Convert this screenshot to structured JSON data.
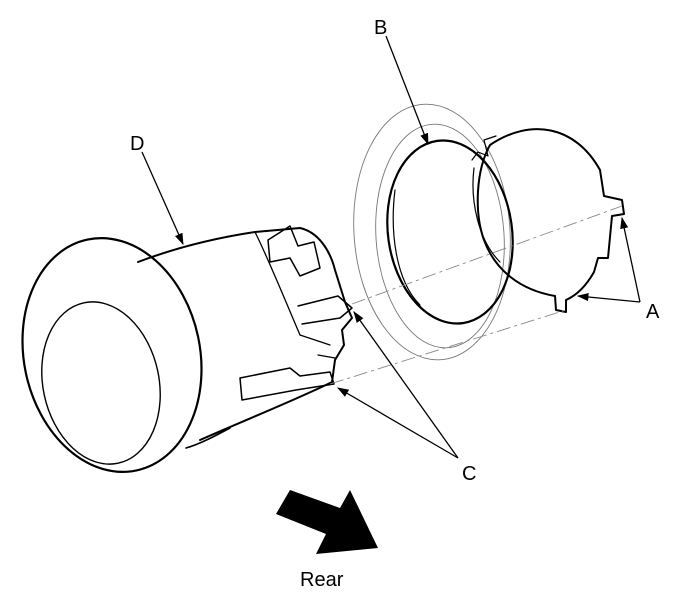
{
  "labels": {
    "a": "A",
    "b": "B",
    "c": "C",
    "d": "D",
    "direction": "Rear"
  },
  "colors": {
    "line": "#000000",
    "ghost": "#9a9a9a",
    "arrow_fill": "#000000"
  }
}
